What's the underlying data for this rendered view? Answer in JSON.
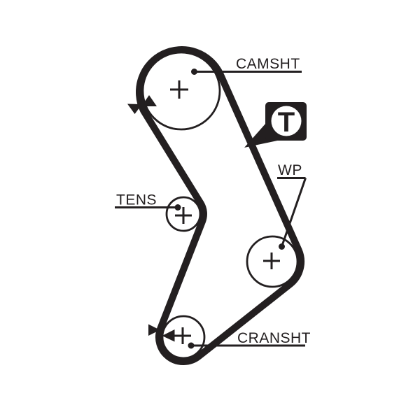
{
  "diagram": {
    "type": "timing-belt-routing-diagram",
    "ink_color": "#231f20",
    "background_color": "#ffffff",
    "labels": {
      "camshaft": "CAMSHT",
      "tensioner": "TENS",
      "water_pump": "WP",
      "crankshaft": "CRANSHT"
    },
    "badge": {
      "letter": "T"
    },
    "pulley_marker": "+"
  }
}
